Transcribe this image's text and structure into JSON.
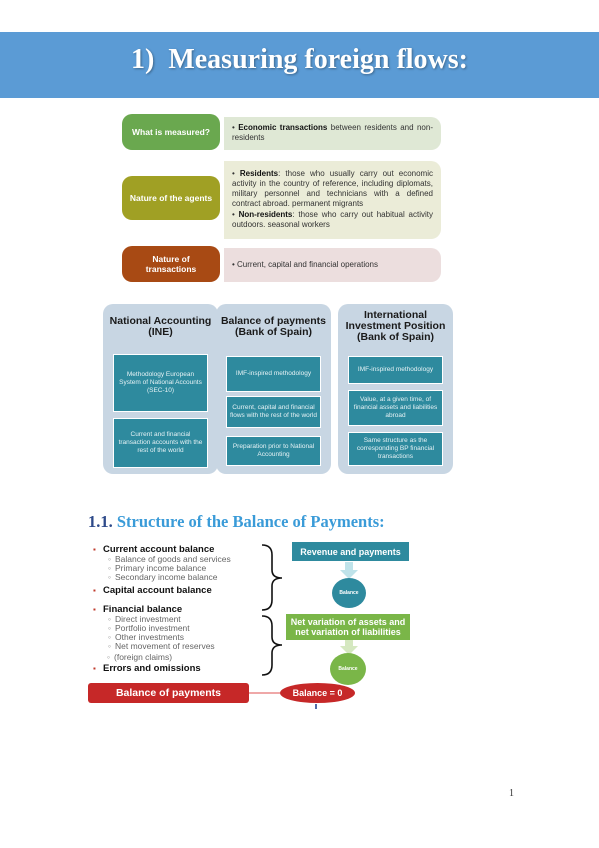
{
  "title": {
    "number": "1)",
    "text": "Measuring foreign flows:"
  },
  "definitions": [
    {
      "label": "What is measured?",
      "color": "#6aa84f",
      "text_bold": "Economic transactions",
      "text": " between residents and non-residents",
      "bg": "#dfe8d5"
    },
    {
      "label": "Nature of the agents",
      "color": "#a0a024",
      "items": [
        {
          "bold": "Residents",
          "text": ": those who usually carry out economic activity in the country of reference, including diplomats, military personnel and technicians with a defined contract abroad. permanent migrants"
        },
        {
          "bold": "Non-residents",
          "text": ": those who carry out habitual activity outdoors. seasonal workers"
        }
      ],
      "bg": "#ebecd8"
    },
    {
      "label": "Nature of transactions",
      "color": "#a84a14",
      "text": "Current, capital and financial operations",
      "bg": "#ecdede"
    }
  ],
  "columns": [
    {
      "title": "National Accounting (INE)",
      "boxes": [
        "Methodology European System of National Accounts (SEC-10)",
        "Current and financial transaction accounts with the rest of the world"
      ]
    },
    {
      "title": "Balance of payments (Bank of Spain)",
      "boxes": [
        "IMF-inspired methodology",
        "Current, capital and financial flows with the rest of the world",
        "Preparation prior to National Accounting"
      ]
    },
    {
      "title": "International Investment Position (Bank of Spain)",
      "boxes": [
        "IMF-inspired methodology",
        "Value, at a given time, of financial assets and liabilities abroad",
        "Same structure as the corresponding BP financial transactions"
      ]
    }
  ],
  "section": {
    "number": "1.1.",
    "text": "Structure of the Balance of Payments:"
  },
  "structure": {
    "current": "Current account balance",
    "current_sub": [
      "Balance of goods and services",
      "Primary income balance",
      "Secondary income balance"
    ],
    "capital": "Capital account balance",
    "financial": "Financial balance",
    "financial_sub": [
      "Direct investment",
      "Portfolio investment",
      "Other investments",
      "Net movement of reserves"
    ],
    "financial_tail": "(foreign claims)",
    "errors": "Errors and omissions",
    "revenue": "Revenue and payments",
    "revenue_circle": "Balance",
    "assets": "Net variation of assets and net variation of liabilities",
    "assets_circle": "Balance",
    "bop": "Balance of payments",
    "balance_zero": "Balance = 0"
  },
  "colors": {
    "banner": "#5b9bd5",
    "teal": "#2e8a9e",
    "green": "#7ab648",
    "red": "#c62828"
  },
  "page_number": "1"
}
